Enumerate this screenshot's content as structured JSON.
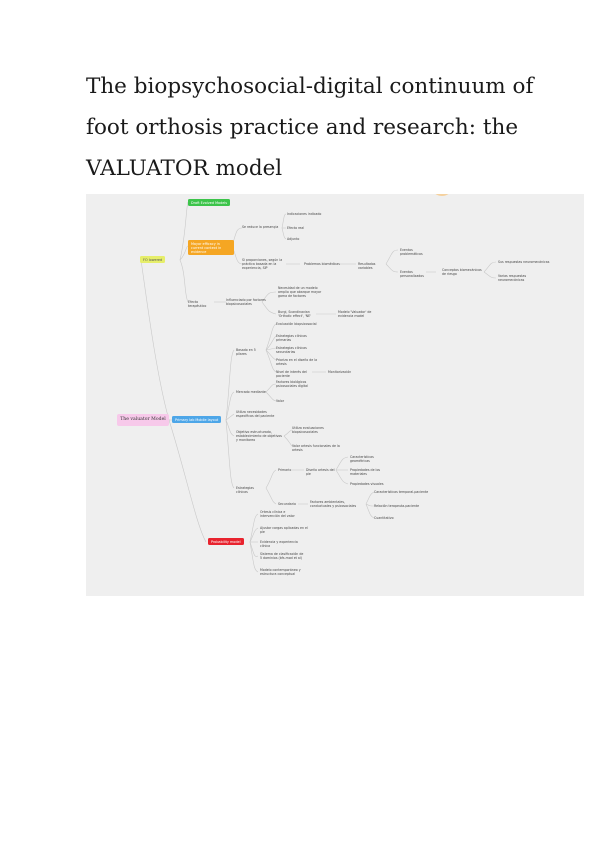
{
  "document": {
    "title_lines": [
      "The biopsychosocial-digital continuum of",
      "foot orthosis practice and research: the",
      "VALUATOR model"
    ]
  },
  "mindmap": {
    "root": "The valuator Model",
    "branches": {
      "fo_lowered": "FO lowered",
      "green_top": "Draft Evolved Models",
      "orange": "Mayor efficacy in current context in evidence",
      "blue": "Primary lab Mobile layout",
      "red": "Probability model"
    },
    "nodes": {
      "n_efectiv": "Se reduce la presençia",
      "n_indic": "Indicaciones indicado",
      "n_indic2": "Efecto real",
      "n_adj": "Adjunto",
      "n_prop": "Si proporciones, según la práctica basada en la experiencia, SIP",
      "n_probl": "Problemas biomédicas",
      "n_result": "Resultados variables",
      "n_ev1": "Eventos problemáticos",
      "n_ev2": "Eventos personalizados",
      "n_cons": "Conceptos biomecánicos de riesgo",
      "n_sub1": "Sus respuestas neuromecánicas",
      "n_sub2": "Varias respuestas neuromecánicas",
      "n_efecto": "Efecto terapéutico",
      "n_infl": "Influenciado por factores biopsicosociales",
      "n_nec": "Necesidad de un modelo amplio que abarque mayor gama de factores",
      "n_hf": "Burgi, Scandinavian 'Orthotic effect', 'NE'",
      "n_modelo": "Modelo 'Valuador' de evidencia model",
      "n_base": "Basado en 5 pilares",
      "n_eval": "Evaluación biopsicosocial",
      "n_estr": "Estrategias clínicas primarias",
      "n_estr2": "Estrategias clínicas secundarias",
      "n_priori": "Prioriza en el diseño de la ortesis",
      "n_nivel": "Nivel de interés del paciente",
      "n_monit": "Monitorización",
      "n_mercado": "Mercado mediante",
      "n_factors": "Factores biológicos psicosociales digital",
      "n_valor": "Valor",
      "n_utiliza": "Utiliza necesidades específicas del paciente",
      "n_objet": "Objetivo estructurado, establecimiento de objetivos y monitoreo",
      "n_utiliza2": "Utiliza evaluaciones biopsicosociales",
      "n_valor2": "Valor ortesis funcionales de la ortesis",
      "n_estrat": "Estrategias clínicas",
      "n_primario": "Primario",
      "n_diseno": "Diseño ortesis del pie",
      "n_car": "Características geométricas",
      "n_prop2": "Propiedades de los materiales",
      "n_prop3": "Propiedades visuales",
      "n_secund": "Secundario",
      "n_fact": "Factores ambientales, conductuales y psicosociales",
      "n_car2": "Características temporal-paciente",
      "n_rel": "Relación terapeuta-paciente",
      "n_cuant": "Cuantitativo",
      "n_ortesis": "Ortesis clínica e intervención del valor",
      "n_ajust": "Ajustar cargas aplicadas en el pie",
      "n_evid": "Evidencia y experiencia clínica",
      "n_sist": "Sistema de clasificación de 5 dominios (bfs.mod et al)",
      "n_mod": "Modelo contemporáneo y estructura conceptual"
    }
  },
  "colors": {
    "page_bg": "#ffffff",
    "panel_bg": "#efefef",
    "green": "#3cc44a",
    "orange": "#f5a623",
    "yellow": "#e6ee6a",
    "blue": "#4da6e8",
    "red": "#e8232e",
    "root_pink": "#f7c9ea",
    "connector": "#c9c9c9"
  }
}
